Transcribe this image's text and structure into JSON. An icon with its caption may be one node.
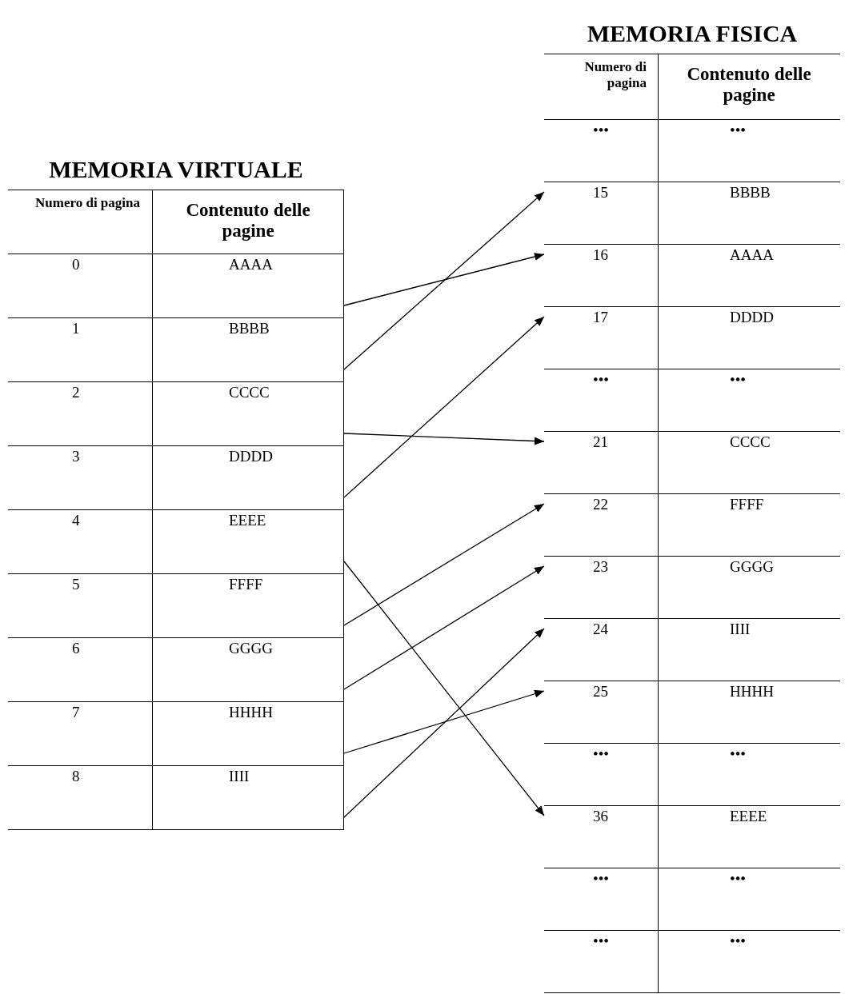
{
  "diagram": {
    "nodes": [
      {
        "text": [
          "MEMORIA VIRTUALE",
          "Numero di pagina",
          "Contenuto delle pagine"
        ]
      },
      {
        "text": [
          "0",
          "AAAA"
        ],
        "in": 0
      },
      {
        "text": [
          "1",
          "BBBB"
        ],
        "in": 0
      },
      {
        "text": [
          "2",
          "CCCC"
        ],
        "in": 0
      },
      {
        "text": [
          "3",
          "DDDD"
        ],
        "in": 0
      },
      {
        "text": [
          "4",
          "EEEE"
        ],
        "in": 0
      },
      {
        "text": [
          "5",
          "FFFF"
        ],
        "in": 0
      },
      {
        "text": [
          "6",
          "GGGG"
        ],
        "in": 0
      },
      {
        "text": [
          "7",
          "HHHH"
        ],
        "in": 0
      },
      {
        "text": [
          "8",
          "IIII"
        ],
        "in": 0
      },
      {
        "text": [
          "MEMORIA FISICA",
          "Numero di pagina",
          "Contenuto delle pagine"
        ]
      },
      {
        "text": [
          "•••",
          "•••"
        ],
        "in": 10
      },
      {
        "text": [
          "15",
          "BBBB"
        ],
        "in": 10
      },
      {
        "text": [
          "16",
          "AAAA"
        ],
        "in": 10
      },
      {
        "text": [
          "17",
          "DDDD"
        ],
        "in": 10
      },
      {
        "text": [
          "•••",
          "•••"
        ],
        "in": 10
      },
      {
        "text": [
          "21",
          "CCCC"
        ],
        "in": 10
      },
      {
        "text": [
          "22",
          "FFFF"
        ],
        "in": 10
      },
      {
        "text": [
          "23",
          "GGGG"
        ],
        "in": 10
      },
      {
        "text": [
          "24",
          "IIII"
        ],
        "in": 10
      },
      {
        "text": [
          "25",
          "HHHH"
        ],
        "in": 10
      },
      {
        "text": [
          "•••",
          "•••"
        ],
        "in": 10
      },
      {
        "text": [
          "36",
          "EEEE"
        ],
        "in": 10
      },
      {
        "text": [
          "•••",
          "•••"
        ],
        "in": 10
      },
      {
        "text": [
          "•••",
          "•••"
        ],
        "in": 10
      }
    ],
    "edges": [
      {
        "from": 1,
        "to": 13,
        "arrow": "to"
      },
      {
        "from": 2,
        "to": 12,
        "arrow": "to"
      },
      {
        "from": 3,
        "to": 16,
        "arrow": "to"
      },
      {
        "from": 4,
        "to": 14,
        "arrow": "to"
      },
      {
        "from": 5,
        "to": 22,
        "arrow": "to"
      },
      {
        "from": 6,
        "to": 17,
        "arrow": "to"
      },
      {
        "from": 7,
        "to": 18,
        "arrow": "to"
      },
      {
        "from": 8,
        "to": 20,
        "arrow": "to"
      },
      {
        "from": 9,
        "to": 19,
        "arrow": "to"
      }
    ]
  }
}
